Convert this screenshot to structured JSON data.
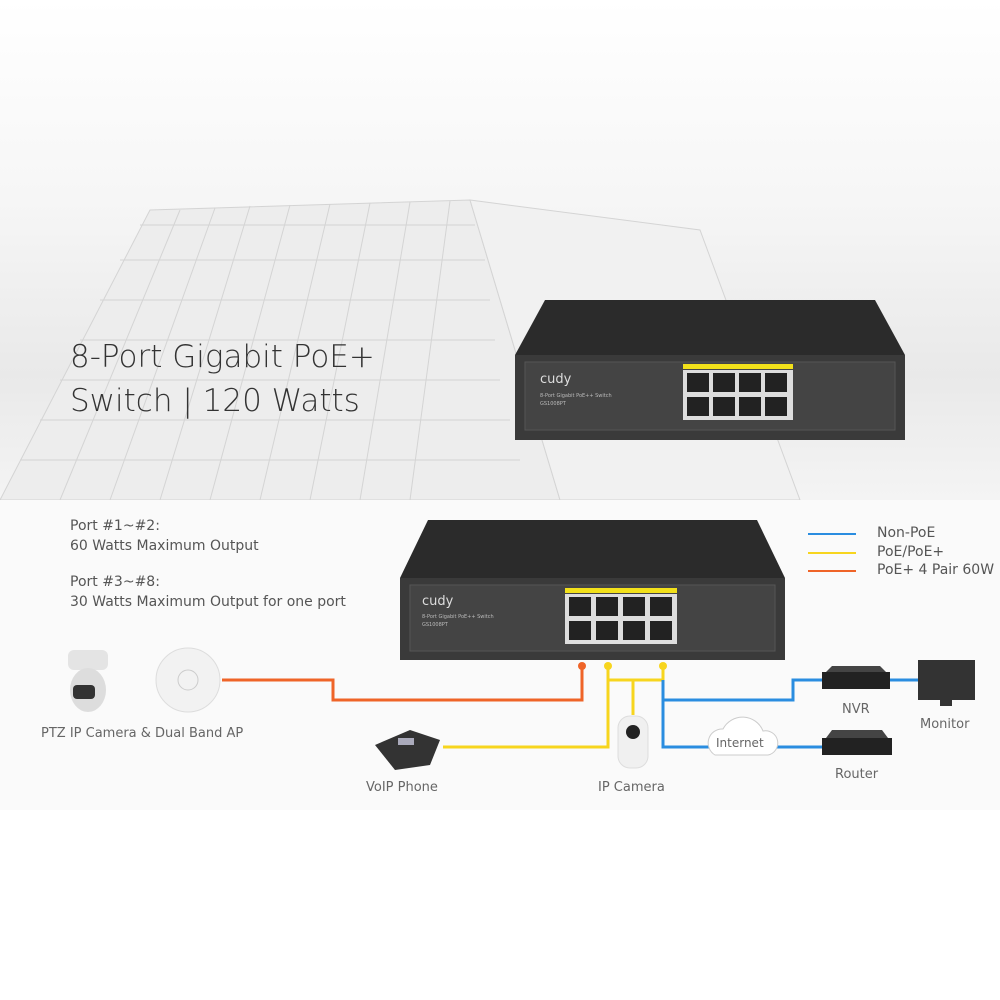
{
  "hero": {
    "title_line1": "8-Port Gigabit PoE+",
    "title_line2": "Switch | 120 Watts"
  },
  "switch": {
    "brand": "cudy",
    "name": "8-Port Gigabit PoE++ Switch",
    "model": "GS1008PT"
  },
  "ports_info": [
    {
      "heading": "Port #1~#2:",
      "detail": "60 Watts Maximum Output"
    },
    {
      "heading": "Port #3~#8:",
      "detail": "30 Watts Maximum Output for one port"
    }
  ],
  "legend": [
    {
      "label": "Non-PoE",
      "color": "#2a8de0"
    },
    {
      "label": "PoE/PoE+",
      "color": "#f7d51e"
    },
    {
      "label": "PoE+ 4 Pair 60W",
      "color": "#ef6428"
    }
  ],
  "devices": {
    "ptz": "PTZ IP Camera & Dual Band AP",
    "voip": "VoIP Phone",
    "ipcam": "IP Camera",
    "internet": "Internet",
    "nvr": "NVR",
    "monitor": "Monitor",
    "router": "Router"
  }
}
